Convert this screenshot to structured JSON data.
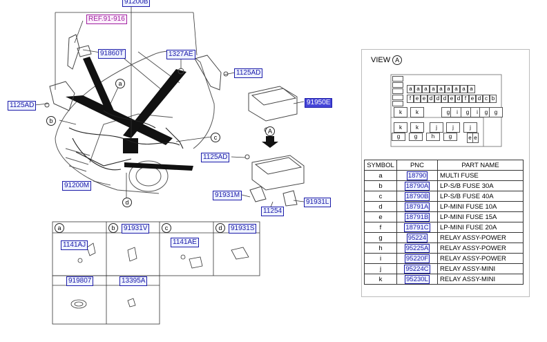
{
  "callouts": {
    "a": "a",
    "b": "b",
    "c": "c",
    "d": "d",
    "view": "A"
  },
  "main_labels": {
    "top_code": "91200B",
    "ref": "REF.91-916",
    "p91860T": "91860T",
    "p1327AE": "1327AE",
    "p1125AD_right": "1125AD",
    "p1125AD_left": "1125AD",
    "p91950E": "91950E",
    "p1125AD_box": "1125AD",
    "p91931M": "91931M",
    "p11254": "11254",
    "p91931L": "91931L",
    "p91200M": "91200M"
  },
  "sub_grid": {
    "cell_a": {
      "letter": "a",
      "part": "1141AJ"
    },
    "cell_b": {
      "letter": "b",
      "part": "91931V"
    },
    "cell_c": {
      "letter": "c",
      "part": "1141AE"
    },
    "cell_d": {
      "letter": "d",
      "part": "91931S"
    },
    "cell_e": {
      "part": "919807"
    },
    "cell_f": {
      "part": "13395A"
    }
  },
  "view": {
    "title": "VIEW",
    "fuse_row1": [
      "a",
      "a",
      "a",
      "a",
      "a",
      "a",
      "a",
      "a",
      "a"
    ],
    "fuse_row2": [
      "f",
      "e",
      "e",
      "d",
      "d",
      "d",
      "e",
      "d",
      "f",
      "e",
      "d",
      "c",
      "b"
    ],
    "relay_row1": [
      "k",
      "k",
      "g",
      "i",
      "g",
      "i",
      "g",
      "g"
    ],
    "relay_row2": [
      "k",
      "k",
      "j",
      "j",
      "j"
    ],
    "relay_row3": [
      "g",
      "g",
      "h",
      "g",
      "e",
      "e"
    ]
  },
  "parts_table": {
    "headers": [
      "SYMBOL",
      "PNC",
      "PART NAME"
    ],
    "rows": [
      {
        "symbol": "a",
        "pnc": "18790",
        "name": "MULTI FUSE"
      },
      {
        "symbol": "b",
        "pnc": "18790A",
        "name": "LP-S/B FUSE 30A"
      },
      {
        "symbol": "c",
        "pnc": "18790B",
        "name": "LP-S/B FUSE 40A"
      },
      {
        "symbol": "d",
        "pnc": "18791A",
        "name": "LP-MINI FUSE 10A"
      },
      {
        "symbol": "e",
        "pnc": "18791B",
        "name": "LP-MINI FUSE 15A"
      },
      {
        "symbol": "f",
        "pnc": "18791C",
        "name": "LP-MINI FUSE 20A"
      },
      {
        "symbol": "g",
        "pnc": "95224",
        "name": "RELAY ASSY-POWER"
      },
      {
        "symbol": "h",
        "pnc": "95225A",
        "name": "RELAY ASSY-POWER"
      },
      {
        "symbol": "i",
        "pnc": "95220F",
        "name": "RELAY ASSY-POWER"
      },
      {
        "symbol": "j",
        "pnc": "95224C",
        "name": "RELAY ASSY-MINI"
      },
      {
        "symbol": "k",
        "pnc": "95230L",
        "name": "RELAY ASSY-MINI"
      }
    ]
  }
}
